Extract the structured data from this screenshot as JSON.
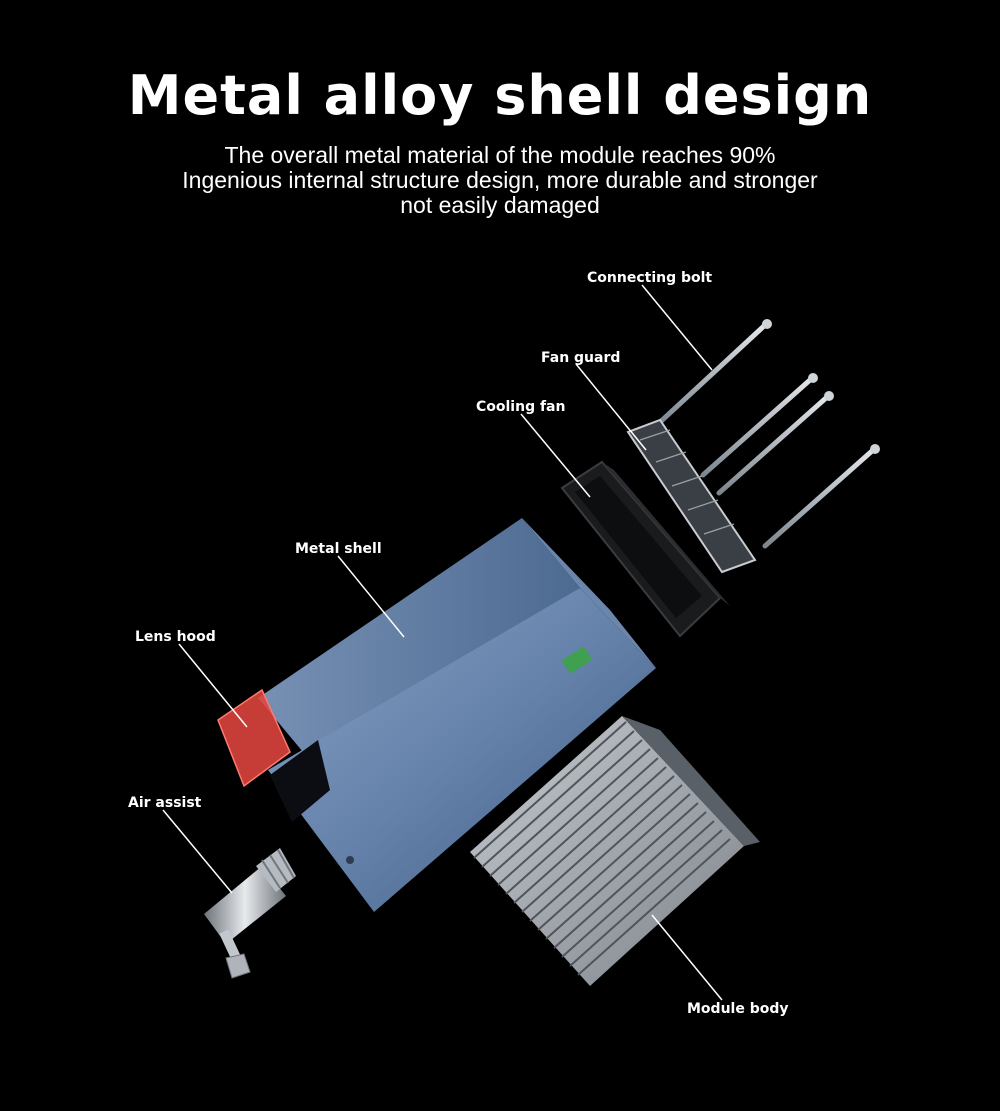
{
  "header": {
    "title": "Metal alloy shell design",
    "lines": [
      "The overall metal material of the module reaches 90%",
      "Ingenious internal structure design, more durable and stronger",
      "not easily damaged"
    ]
  },
  "callouts": {
    "connecting_bolt": "Connecting bolt",
    "fan_guard": "Fan guard",
    "cooling_fan": "Cooling fan",
    "metal_shell": "Metal shell",
    "lens_hood": "Lens hood",
    "air_assist": "Air assist",
    "module_body": "Module body"
  },
  "colors": {
    "background": "#000000",
    "shell_blue": "#5f7fa8",
    "lens_red": "#e0453d",
    "heatsink_grey": "#a9adb3"
  }
}
